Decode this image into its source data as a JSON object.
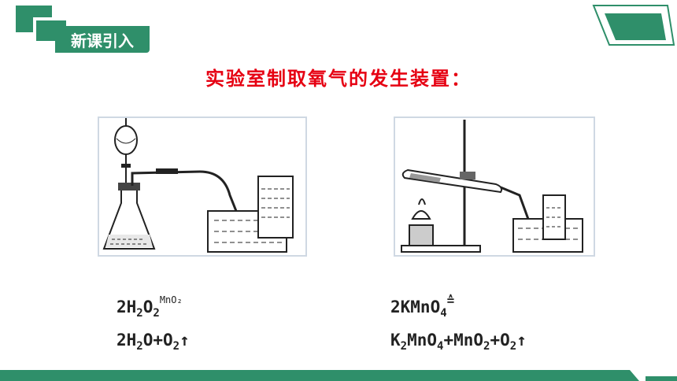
{
  "header": {
    "badge_label": "新课引入"
  },
  "slide": {
    "title": "实验室制取氧气的发生装置："
  },
  "equations": {
    "left": {
      "line1_prefix": "2H",
      "line1_sub1": "2",
      "line1_mid": "O",
      "line1_sub2": "2",
      "catalyst": "MnO₂",
      "line2_prefix": "2H",
      "line2_sub1": "2",
      "line2_mid": "O+O",
      "line2_sub2": "2",
      "line2_arrow": "↑"
    },
    "right": {
      "line1_prefix": "2KMnO",
      "line1_sub": "4",
      "heat": "≙",
      "line2_a": "K",
      "line2_sub1": "2",
      "line2_b": "MnO",
      "line2_sub2": "4",
      "line2_c": "+MnO",
      "line2_sub3": "2",
      "line2_d": "+O",
      "line2_sub4": "2",
      "line2_arrow": "↑"
    }
  },
  "colors": {
    "accent": "#2f8f6a",
    "title": "#e60012"
  },
  "icons": [
    "apparatus-flask-icon",
    "apparatus-test-tube-icon"
  ]
}
